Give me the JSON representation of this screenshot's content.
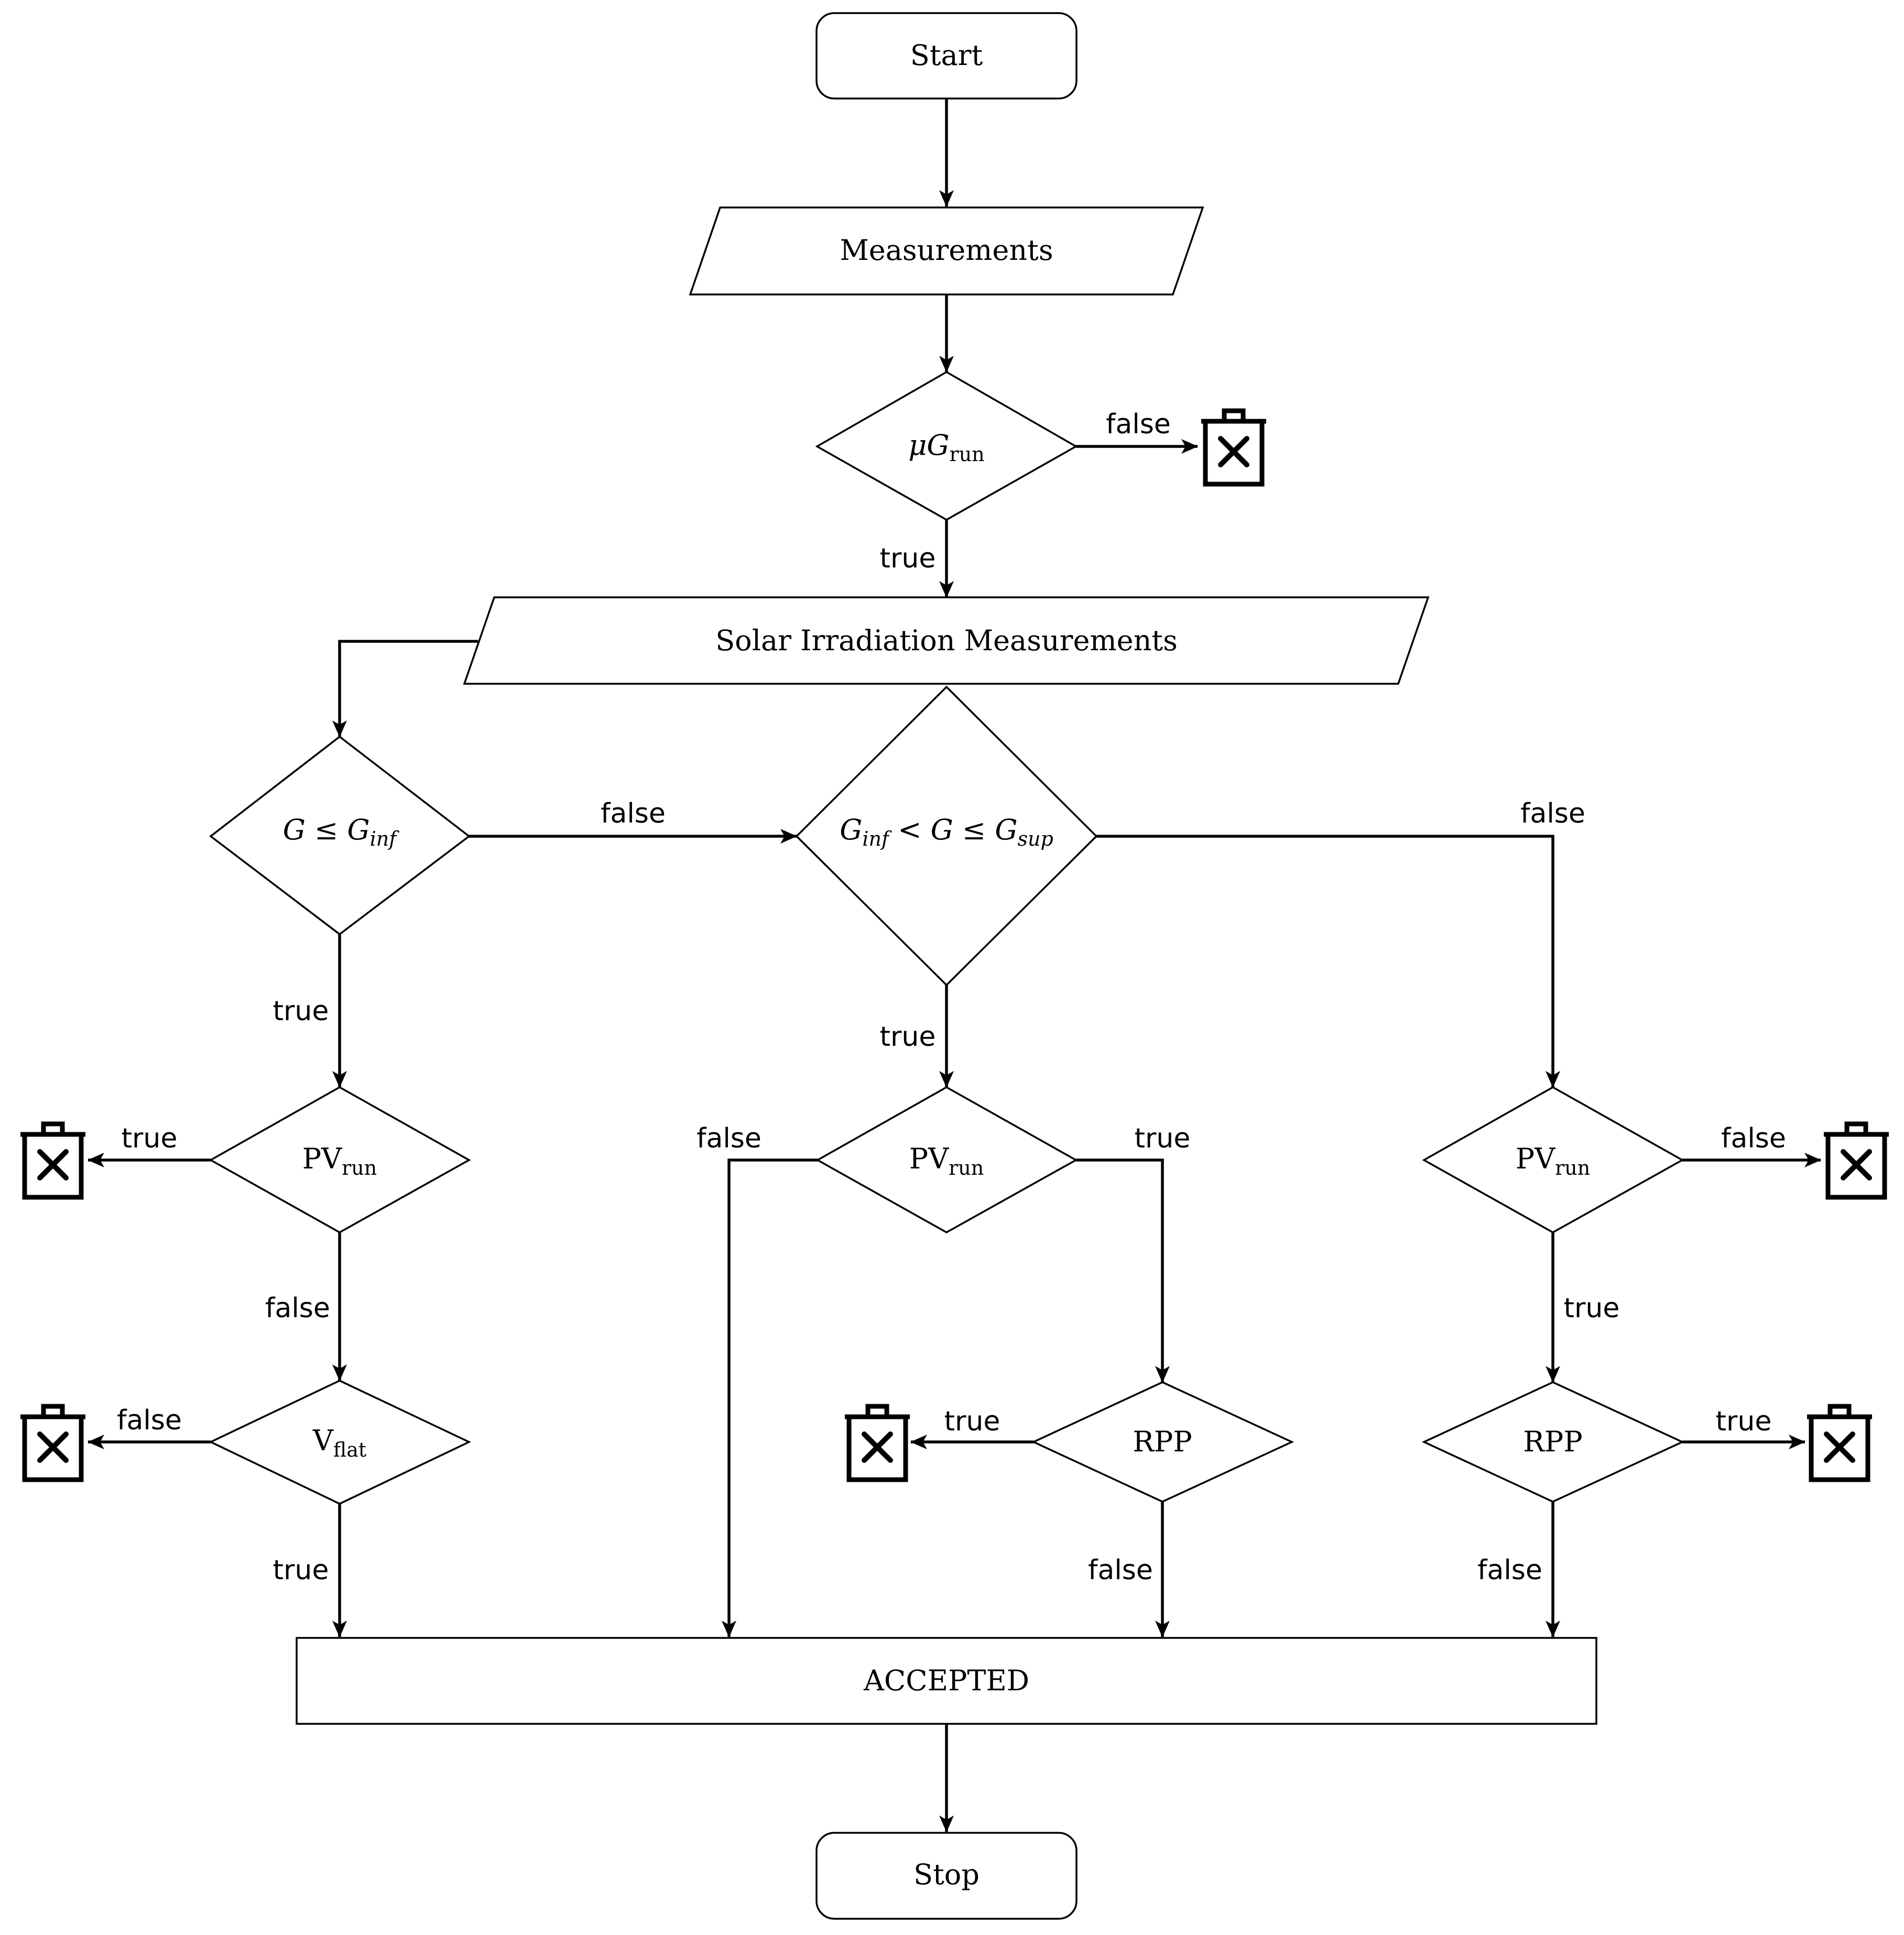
{
  "colors": {
    "stroke": "#000000",
    "background": "#ffffff"
  },
  "icons": {
    "discard": "trash-bin-x-icon"
  },
  "nodes": {
    "start": "Start",
    "measurements": "Measurements",
    "mu_g_run": {
      "prefix": "μG",
      "sub": "run"
    },
    "solar": "Solar Irradiation Measurements",
    "g_le_ginf": {
      "a": "G",
      "op": " ≤ ",
      "b": "G",
      "b_sub": "inf"
    },
    "ginf_lt_g_le_gsup": {
      "a": "G",
      "a_sub": "inf",
      "op1": " < ",
      "b": "G",
      "op2": " ≤ ",
      "c": "G",
      "c_sub": "sup"
    },
    "pv_run": {
      "base": "PV",
      "sub": "run"
    },
    "v_flat": {
      "base": "V",
      "sub": "flat"
    },
    "rpp": "RPP",
    "accepted": "ACCEPTED",
    "stop": "Stop"
  },
  "labels": {
    "mu_false": "false",
    "mu_true": "true",
    "left_false": "false",
    "left_true": "true",
    "mid_true": "true",
    "right_false": "false",
    "pvl_true": "true",
    "pvl_false": "false",
    "vflat_false": "false",
    "vflat_true": "true",
    "pvm_false": "false",
    "pvm_true": "true",
    "rppm_true": "true",
    "rppm_false": "false",
    "pvr_false": "false",
    "pvr_true": "true",
    "rppr_true": "true",
    "rppr_false": "false"
  }
}
